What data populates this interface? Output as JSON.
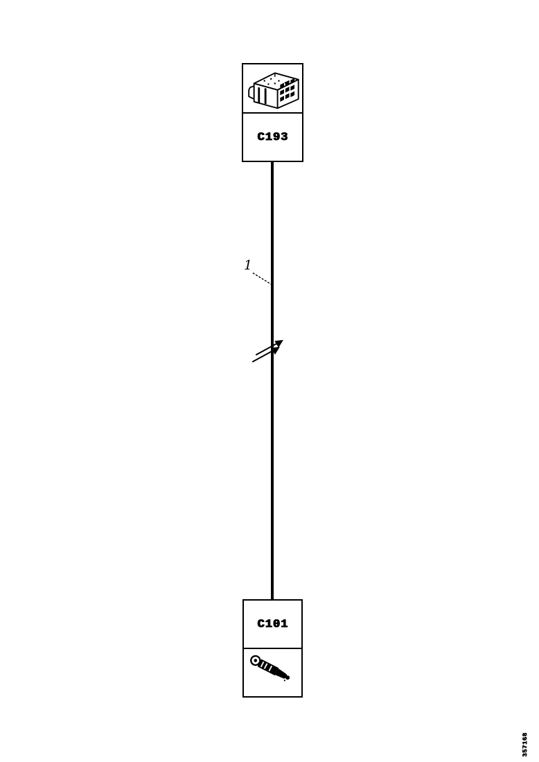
{
  "page": {
    "background_color": "#ffffff",
    "ink_color": "#000000"
  },
  "diagram": {
    "top_connector": {
      "label": "C193",
      "image": "multi-pin-connector-isometric-drawing"
    },
    "bottom_connector": {
      "label": "C101",
      "image": "single-wire-terminal-drawing"
    },
    "wire": {
      "callout": "1",
      "style": "solid-black-vertical",
      "break_symbol": "double-diagonal-arrows"
    },
    "art_number": "357168"
  }
}
